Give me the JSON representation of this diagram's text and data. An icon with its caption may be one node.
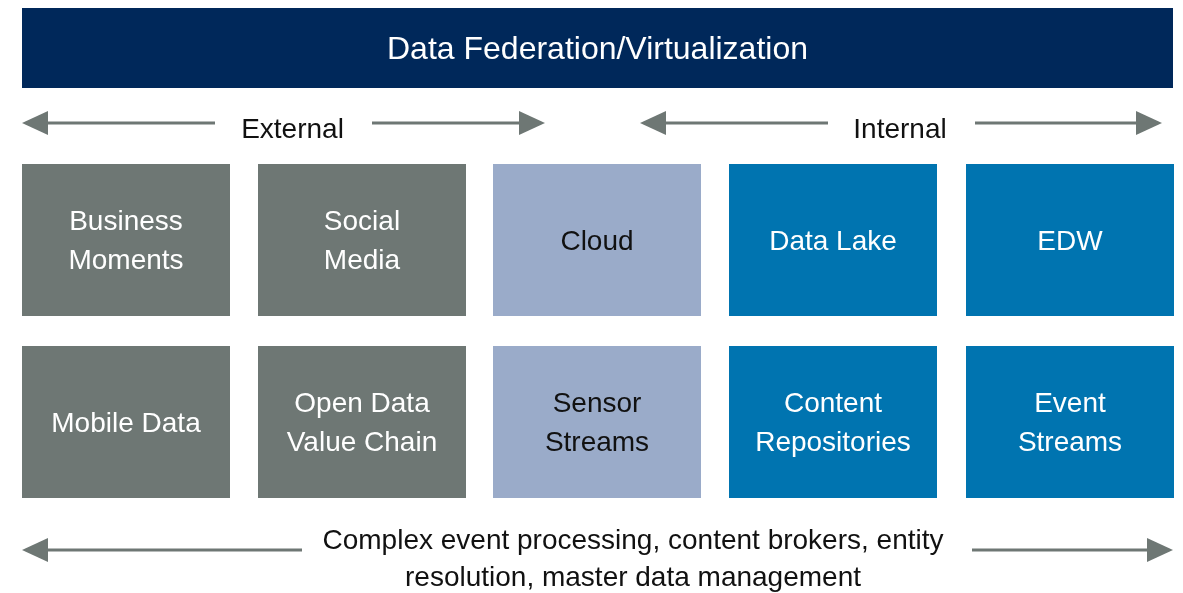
{
  "diagram": {
    "title": "Data Federation/Virtualization",
    "nodes": [
      {
        "text": [
          "Business Moments"
        ]
      },
      {
        "text": [
          "Social Media"
        ]
      },
      {
        "text": [
          "Cloud"
        ]
      },
      {
        "text": [
          "Data Lake"
        ]
      },
      {
        "text": [
          "EDW"
        ]
      },
      {
        "text": [
          "Mobile Data"
        ]
      },
      {
        "text": [
          "Open Data Value Chain"
        ]
      },
      {
        "text": [
          "Sensor Streams"
        ]
      },
      {
        "text": [
          "Content Repositories"
        ]
      },
      {
        "text": [
          "Event Streams"
        ]
      }
    ],
    "labels": [
      "External",
      "Internal",
      "Complex event processing, content brokers, entity resolution, master data management"
    ]
  }
}
